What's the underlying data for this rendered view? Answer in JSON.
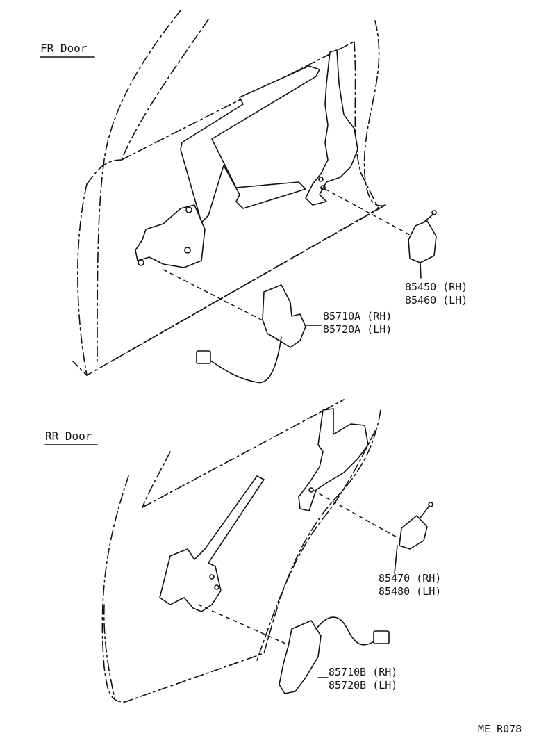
{
  "sections": {
    "front": {
      "title": "FR Door"
    },
    "rear": {
      "title": "RR Door"
    }
  },
  "parts": {
    "fr_switch": {
      "line1": "85450 (RH)",
      "line2": "85460 (LH)"
    },
    "fr_motor": {
      "line1": "85710A (RH)",
      "line2": "85720A (LH)"
    },
    "rr_switch": {
      "line1": "85470 (RH)",
      "line2": "85480 (LH)"
    },
    "rr_motor": {
      "line1": "85710B (RH)",
      "line2": "85720B (LH)"
    }
  },
  "footer": {
    "code": "ME R078"
  }
}
